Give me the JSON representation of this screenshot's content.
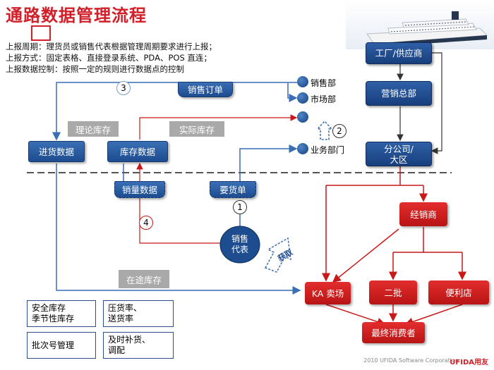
{
  "title": "通路数据管理流程",
  "desc_lines": [
    "上报周期：理货员或销售代表根据管理周期要求进行上报；",
    "上报方式：固定表格、直接登录系统、PDA、POS 直连；",
    "上报数据控制：按照一定的规则进行数据点的控制"
  ],
  "nodes": {
    "factory": "工厂/供应商",
    "marketing_hq": "营销总部",
    "branch": "分公司/\n大区",
    "distributor": "经销商",
    "ka": "KA 卖场",
    "second_tier": "二批",
    "convenience": "便利店",
    "consumer": "最终消费者",
    "purchase_data": "进货数据",
    "inventory_data": "库存数据",
    "sales_rep": "销售\n代表",
    "sales_order": "销售订单",
    "sales_data": "销量数据",
    "demand_order": "要货单",
    "collect": "获取"
  },
  "grey_labels": {
    "theory_stock": "理论库存",
    "actual_stock": "实际库存",
    "transit_stock": "在途库存"
  },
  "departments": {
    "sales_dept": "销售部",
    "market_dept": "市场部",
    "business_dept": "业务部门"
  },
  "steps": [
    "1",
    "2",
    "3",
    "4"
  ],
  "legend": {
    "a": "安全库存\n季节性库存",
    "b": "压货率、\n送货率",
    "c": "批次号管理",
    "d": "及时补货、\n调配"
  },
  "footer": "2010 UFIDA Software Corporation",
  "logo_text": "UFIDA用友",
  "colors": {
    "title": "#d1202a",
    "blue": "#1d4c8f",
    "red": "#c81818",
    "grey": "#a9a9a9"
  }
}
